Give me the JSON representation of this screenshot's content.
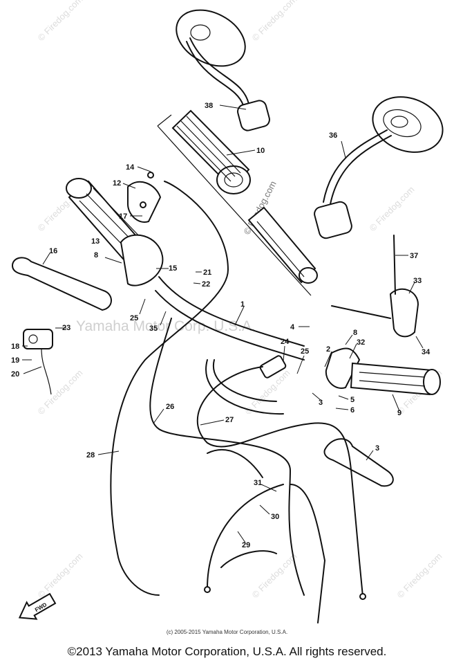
{
  "diagram": {
    "callouts": [
      "38",
      "10",
      "36",
      "14",
      "12",
      "17",
      "8",
      "13",
      "16",
      "15",
      "21",
      "22",
      "25",
      "35",
      "1",
      "4",
      "37",
      "33",
      "23",
      "18",
      "19",
      "20",
      "24",
      "25",
      "2",
      "8",
      "32",
      "34",
      "3",
      "5",
      "6",
      "9",
      "26",
      "27",
      "28",
      "3",
      "31",
      "30",
      "29"
    ],
    "center_watermark": "Yamaha Motor Corp. U.S.A.",
    "watermark": "© Firedog.com",
    "fwd_marker": "FWD"
  },
  "footer": {
    "small_copyright": "(c) 2005-2015 Yamaha Motor Corporation, U.S.A.",
    "main_copyright": "©2013 Yamaha Motor Corporation, U.S.A. All rights reserved."
  }
}
